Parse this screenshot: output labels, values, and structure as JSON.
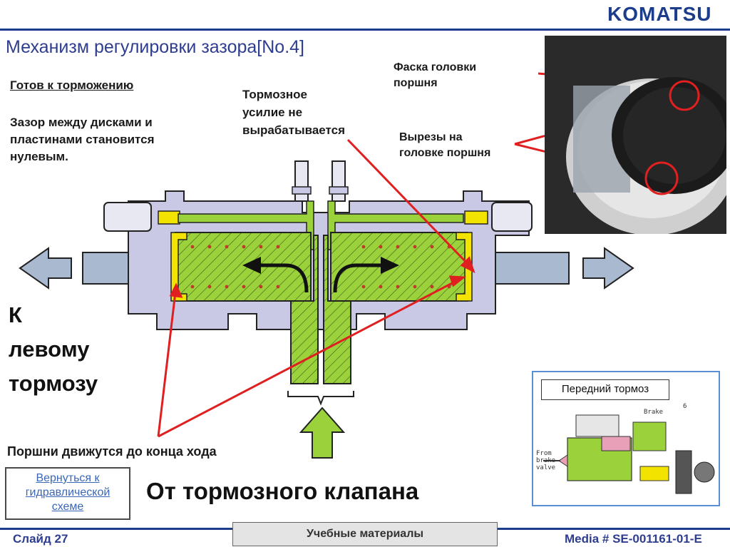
{
  "header": {
    "logo_text": "KOMATSU",
    "title": "Механизм регулировки зазора[No.4]"
  },
  "labels": {
    "ready": "Готов к торможению",
    "gap_lines": [
      "Зазор между дисками и",
      "пластинами становится",
      "нулевым."
    ],
    "force_lines": [
      "Тормозное",
      "усилие не",
      "вырабатывается"
    ],
    "chamfer_lines": [
      "Фаска головки",
      "поршня"
    ],
    "cutouts_lines": [
      "Вырезы на",
      "головке поршня"
    ],
    "left_brake_lines": [
      "К",
      "левому",
      "тормозу"
    ],
    "pistons": "Поршни движутся до конца хода",
    "from_valve": "От тормозного клапана"
  },
  "back_link": "Вернуться к гидравлической схеме",
  "inset": {
    "label": "Передний тормоз",
    "brake_text": "Brake",
    "number_text": "6",
    "from_lines": [
      "From",
      "brake",
      "valve"
    ]
  },
  "footer": {
    "slide": "Слайд 27",
    "center": "Учебные материалы",
    "media": "Media # SE-001161-01-E"
  },
  "colors": {
    "brand_blue": "#1c3c8c",
    "body_lavender": "#c9c9e6",
    "oil_green": "#9bd23c",
    "yellow": "#f2e400",
    "arrow_red": "#e02020",
    "arrow_blue": "#a9b9cf"
  }
}
